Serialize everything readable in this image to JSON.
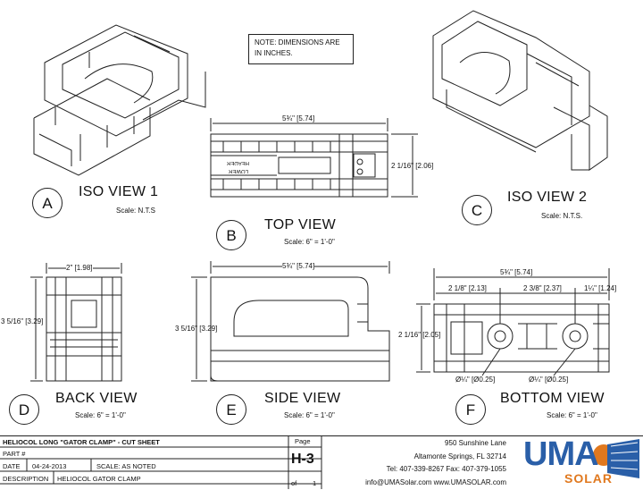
{
  "note": {
    "line1": "NOTE:  DIMENSIONS ARE",
    "line2": "IN INCHES."
  },
  "views": {
    "a": {
      "letter": "A",
      "title": "ISO VIEW 1",
      "scale": "Scale: N.T.S"
    },
    "b": {
      "letter": "B",
      "title": "TOP VIEW",
      "scale": "Scale: 6\" = 1'-0\""
    },
    "c": {
      "letter": "C",
      "title": "ISO VIEW 2",
      "scale": "Scale: N.T.S."
    },
    "d": {
      "letter": "D",
      "title": "BACK VIEW",
      "scale": "Scale: 6\" = 1'-0\""
    },
    "e": {
      "letter": "E",
      "title": "SIDE VIEW",
      "scale": "Scale: 6\" = 1'-0\""
    },
    "f": {
      "letter": "F",
      "title": "BOTTOM VIEW",
      "scale": "Scale: 6\" = 1'-0\""
    }
  },
  "dimensions": {
    "top_length": "5¾\" [5.74]",
    "top_width": "2 1/16\" [2.06]",
    "back_width": "2\" [1.98]",
    "back_height": "3 5/16\" [3.29]",
    "side_length": "5¾\" [5.74]",
    "side_height": "3 5/16\" [3.29]",
    "bottom_length": "5¾\" [5.74]",
    "bottom_seg1": "2 1/8\" [2.13]",
    "bottom_seg2": "2 3/8\" [2.37]",
    "bottom_seg3": "1¼\" [1.24]",
    "bottom_width": "2 1/16\" [2.05]",
    "hole1": "Ø¼\" [Ø0.25]",
    "hole2": "Ø¼\" [Ø0.25]"
  },
  "part_labels": {
    "lower": "LOWER",
    "header": "HEADER"
  },
  "title_block": {
    "title": "HELIOCOL LONG \"GATOR CLAMP\" - CUT SHEET",
    "part_label": "PART #",
    "part_value": "",
    "date_label": "DATE",
    "date_value": "04-24-2013",
    "scale_label": "SCALE: AS NOTED",
    "desc_label": "DESCRIPTION",
    "desc_value": "HELIOCOL GATOR CLAMP",
    "page_label": "Page",
    "page_value": "H-3",
    "of_label": "of",
    "of_value": "1"
  },
  "company": {
    "address1": "950 Sunshine Lane",
    "address2": "Altamonte Springs, FL 32714",
    "phone": "Tel: 407-339-8267 Fax: 407-379-1055",
    "web": "info@UMASolar.com  www.UMASOLAR.com"
  },
  "logo": {
    "uma": "UMA",
    "solar": "SOLAR",
    "color_blue": "#2a5fa8",
    "color_orange": "#e0781e"
  }
}
